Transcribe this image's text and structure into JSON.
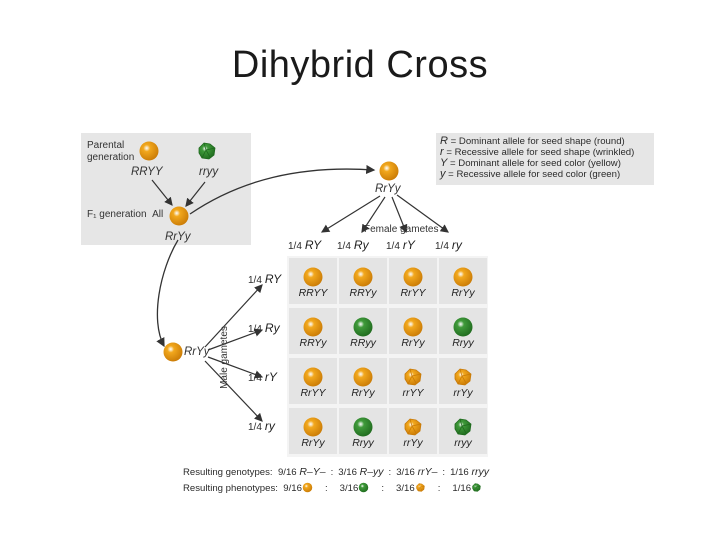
{
  "title": "Dihybrid Cross",
  "parental": {
    "label_line1": "Parental",
    "label_line2": "generation",
    "parent1": "RRYY",
    "parent2": "rryy"
  },
  "f1": {
    "label": "F₁ generation",
    "all": "All",
    "genotype": "RrYy"
  },
  "top_parent": "RrYy",
  "bottom_parent": "RrYy",
  "key": [
    {
      "symbol": "R",
      "text": "= Dominant allele for seed shape (round)"
    },
    {
      "symbol": "r",
      "text": "= Recessive allele for seed shape (wrinkled)"
    },
    {
      "symbol": "Y",
      "text": "= Dominant allele for seed color (yellow)"
    },
    {
      "symbol": "y",
      "text": "= Recessive allele for seed color (green)"
    }
  ],
  "female_gametes_label": "Female gametes",
  "male_gametes_label": "Male gametes",
  "gametes": [
    {
      "freq": "1/4",
      "allele": "RY"
    },
    {
      "freq": "1/4",
      "allele": "Ry"
    },
    {
      "freq": "1/4",
      "allele": "rY"
    },
    {
      "freq": "1/4",
      "allele": "ry"
    }
  ],
  "grid": [
    [
      {
        "g": "RRYY",
        "p": "yellow-round"
      },
      {
        "g": "RRYy",
        "p": "yellow-round"
      },
      {
        "g": "RrYY",
        "p": "yellow-round"
      },
      {
        "g": "RrYy",
        "p": "yellow-round"
      }
    ],
    [
      {
        "g": "RRYy",
        "p": "yellow-round"
      },
      {
        "g": "RRyy",
        "p": "green-round"
      },
      {
        "g": "RrYy",
        "p": "yellow-round"
      },
      {
        "g": "Rryy",
        "p": "green-round"
      }
    ],
    [
      {
        "g": "RrYY",
        "p": "yellow-round"
      },
      {
        "g": "RrYy",
        "p": "yellow-round"
      },
      {
        "g": "rrYY",
        "p": "yellow-wrinkled"
      },
      {
        "g": "rrYy",
        "p": "yellow-wrinkled"
      }
    ],
    [
      {
        "g": "RrYy",
        "p": "yellow-round"
      },
      {
        "g": "Rryy",
        "p": "green-round"
      },
      {
        "g": "rrYy",
        "p": "yellow-wrinkled"
      },
      {
        "g": "rryy",
        "p": "green-wrinkled"
      }
    ]
  ],
  "genotypes_summary": {
    "label": "Resulting genotypes:",
    "items": [
      {
        "ratio": "9/16",
        "geno": "R–Y–"
      },
      {
        "ratio": "3/16",
        "geno": "R–yy"
      },
      {
        "ratio": "3/16",
        "geno": "rrY–"
      },
      {
        "ratio": "1/16",
        "geno": "rryy"
      }
    ],
    "sep": ":"
  },
  "phenotypes_summary": {
    "label": "Resulting phenotypes:",
    "items": [
      {
        "ratio": "9/16",
        "p": "yellow-round"
      },
      {
        "ratio": "3/16",
        "p": "green-round"
      },
      {
        "ratio": "3/16",
        "p": "yellow-wrinkled"
      },
      {
        "ratio": "1/16",
        "p": "green-wrinkled"
      }
    ],
    "sep": ":"
  },
  "colors": {
    "yellow": "#f2a81d",
    "yellow_dark": "#c97a06",
    "green": "#3f9a3a",
    "green_dark": "#1f6a1e",
    "panel": "#e6e6e6",
    "cell": "#e4e4e4",
    "arrow": "#333333"
  }
}
